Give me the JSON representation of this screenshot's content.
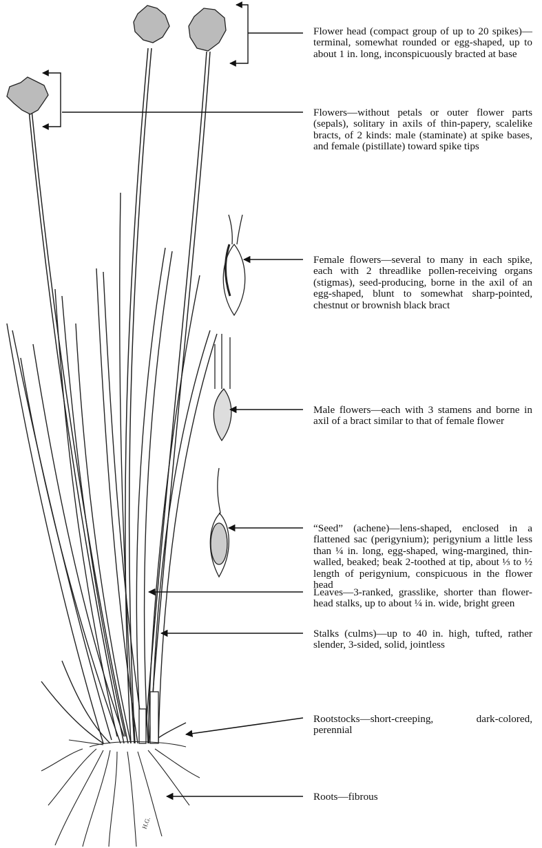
{
  "labels": {
    "flower_head": "Flower head (compact group of up to 20 spikes)—terminal, somewhat rounded or egg-shaped, up to about 1 in. long, inconspicuously bracted at base",
    "flowers": "Flowers—without petals or outer flower parts (sepals), solitary in axils of thin-papery, scalelike bracts, of 2 kinds: male (staminate) at spike bases, and female (pistillate) toward spike tips",
    "female_flowers": "Female flowers—several to many in each spike, each with 2 threadlike pollen-receiving organs (stigmas), seed-producing, borne in the axil of an egg-shaped, blunt to somewhat sharp-pointed, chestnut or brownish black bract",
    "male_flowers": "Male flowers—each with 3 stamens and borne in axil of a bract similar to that of female flower",
    "seed": "“Seed” (achene)—lens-shaped, enclosed in a flattened sac (perigynium); perigynium a little less than ¼ in. long, egg-shaped, wing-margined, thin-walled, beaked; beak 2-toothed at tip, about ⅓ to ½ length of perigynium, conspicuous in the flower head",
    "leaves": "Leaves—3-ranked, grasslike, shorter than flower-head stalks, up to about ¼ in. wide, bright green",
    "stalks": "Stalks (culms)—up to 40 in. high, tufted, rather slender, 3-sided, solid, jointless",
    "rootstocks": "Rootstocks—short-creeping, dark-colored, perennial",
    "roots": "Roots—fibrous"
  },
  "artist_initials": "H.G."
}
